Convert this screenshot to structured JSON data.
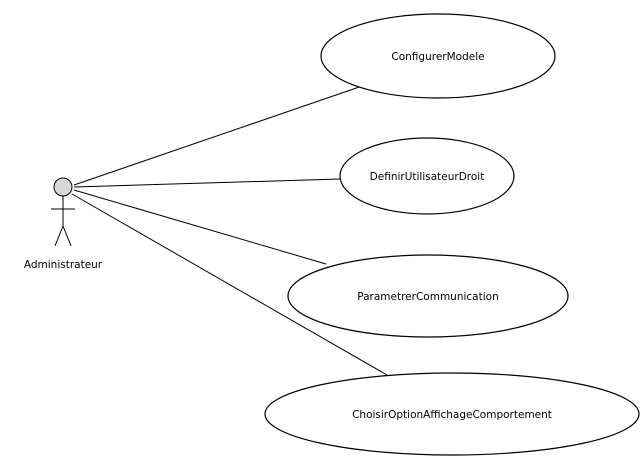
{
  "actor": {
    "name": "Administrateur",
    "icon": "stick-figure-actor-icon"
  },
  "use_cases": [
    {
      "id": "configurer-modele",
      "label": "ConfigurerModele"
    },
    {
      "id": "definir-utilisateur-droit",
      "label": "DefinirUtilisateurDroit"
    },
    {
      "id": "parametrer-communication",
      "label": "ParametrerCommunication"
    },
    {
      "id": "choisir-option-affichage-comportement",
      "label": "ChoisirOptionAffichageComportement"
    }
  ],
  "associations": [
    {
      "from": "Administrateur",
      "to": "ConfigurerModele"
    },
    {
      "from": "Administrateur",
      "to": "DefinirUtilisateurDroit"
    },
    {
      "from": "Administrateur",
      "to": "ParametrerCommunication"
    },
    {
      "from": "Administrateur",
      "to": "ChoisirOptionAffichageComportement"
    }
  ]
}
